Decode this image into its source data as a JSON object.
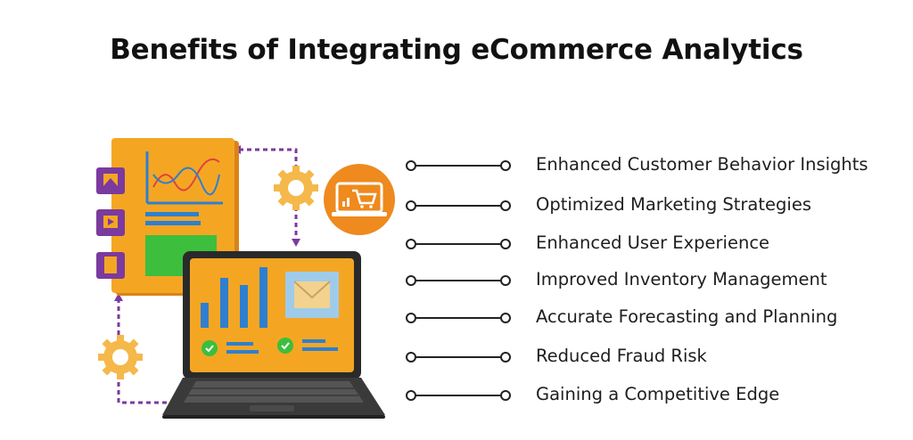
{
  "title": "Benefits of Integrating eCommerce Analytics",
  "benefits": [
    "Enhanced Customer Behavior Insights",
    "Optimized Marketing Strategies",
    "Enhanced User Experience",
    "Improved Inventory Management",
    "Accurate Forecasting and Planning",
    "Reduced Fraud Risk",
    "Gaining a Competitive Edge"
  ],
  "colors": {
    "panel": "#F4A623",
    "panel_shadow": "#D9831A",
    "accent_orange": "#EE8A1E",
    "blue": "#2F7FD0",
    "green": "#3DBE3D",
    "purple": "#7B3A9E",
    "red_line": "#E0443A",
    "gear": "#F5B84A",
    "laptop_dark": "#2A2A2A"
  }
}
